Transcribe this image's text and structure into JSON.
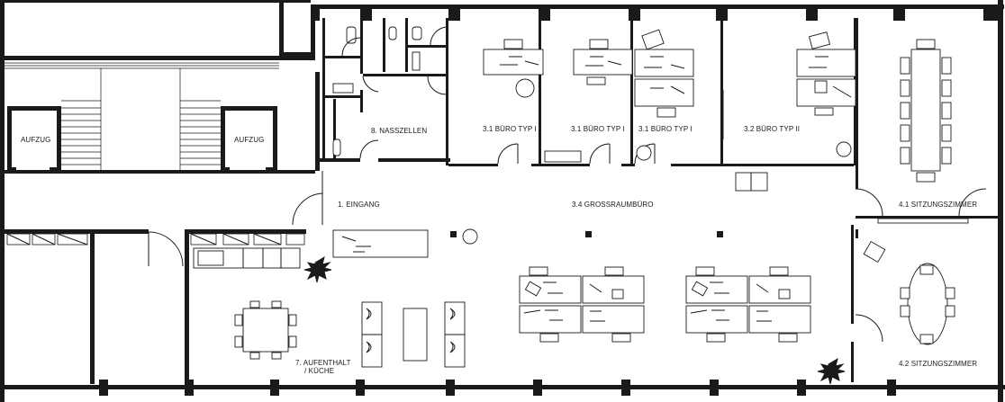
{
  "floor_plan": {
    "rooms": {
      "elevator_left": "AUFZUG",
      "elevator_right": "AUFZUG",
      "wet_rooms": "8. NASSZELLEN",
      "office_1": "3.1 BÜRO TYP I",
      "office_2": "3.1 BÜRO TYP I",
      "office_3": "3.1 BÜRO TYP I",
      "office_4": "3.2 BÜRO TYP II",
      "entrance": "1. EINGANG",
      "open_office": "3.4 GROSSRAUMBÜRO",
      "meeting_1": "4.1 SITZUNGSZIMMER",
      "meeting_2": "4.2 SITZUNGSZIMMER",
      "kitchen_line1": "7. AUFENTHALT",
      "kitchen_line2": "/ KÜCHE"
    }
  }
}
